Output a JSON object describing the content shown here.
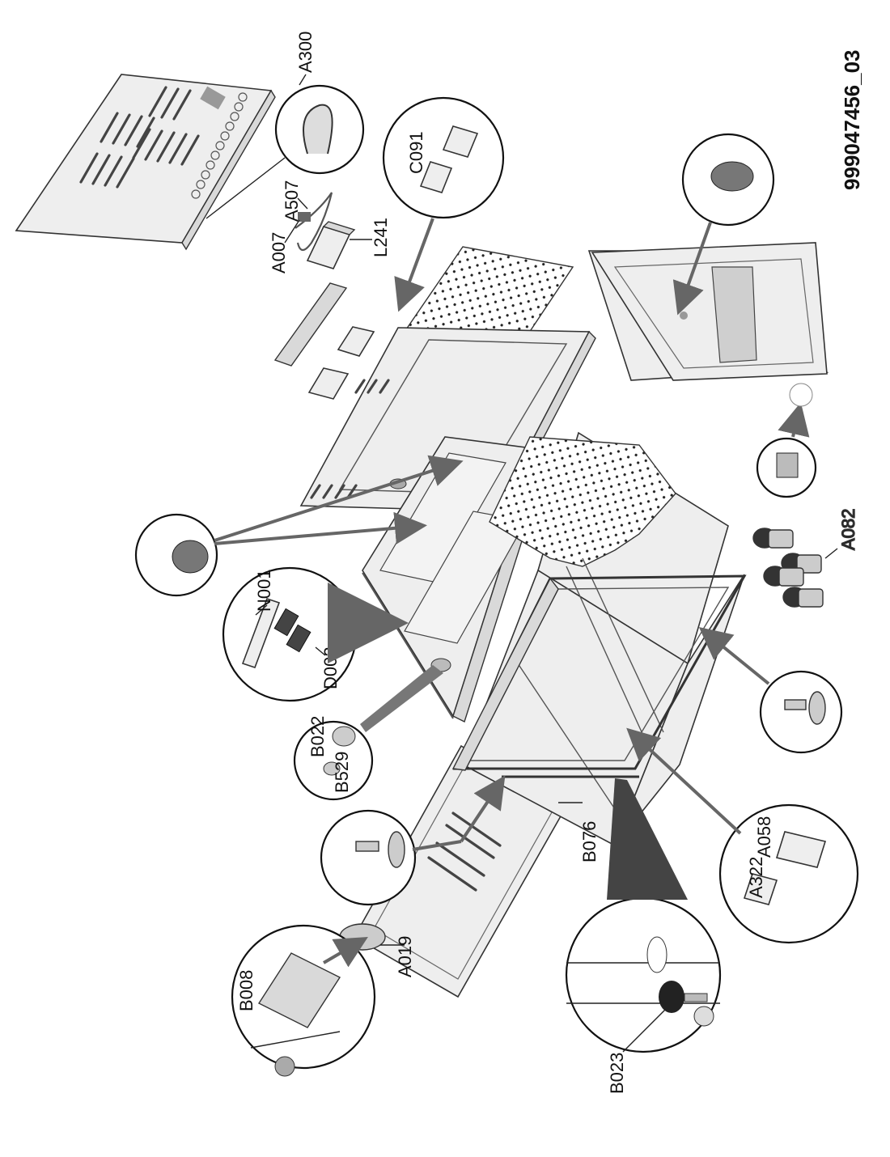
{
  "document_id": "999047456_03",
  "labels": {
    "A300": "A300",
    "A507": "A507",
    "A007": "A007",
    "L241": "L241",
    "C091": "C091",
    "N001": "N001",
    "D002": "D002",
    "B022": "B022",
    "B529": "B529",
    "A082": "A082",
    "B076": "B076",
    "A322": "A322",
    "A058": "A058",
    "B008": "B008",
    "A019": "A019",
    "B023": "B023"
  },
  "colors": {
    "line": "#333333",
    "panel": "#eeeeee",
    "panel_dark": "#d9d9d9",
    "arrow": "#666666",
    "insulation_dot": "#222222"
  }
}
